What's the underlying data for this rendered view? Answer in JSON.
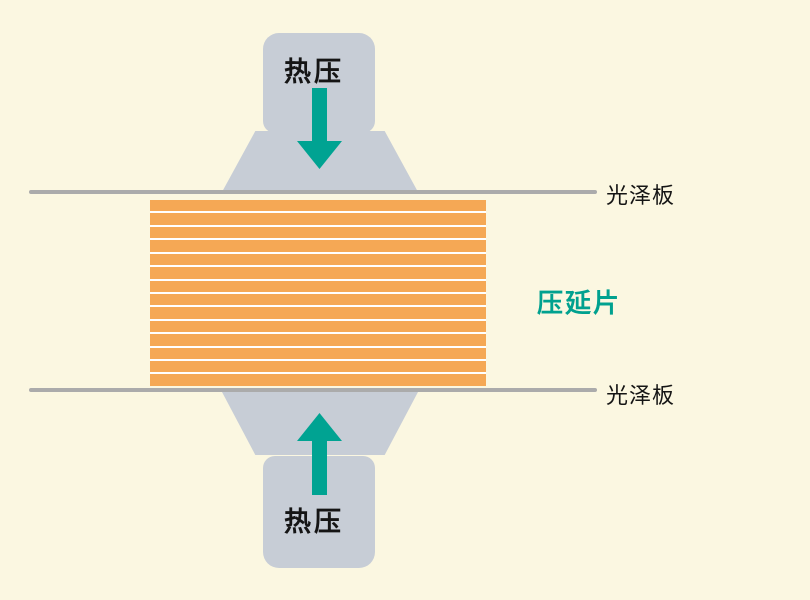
{
  "diagram": {
    "top_press": {
      "label": "热压"
    },
    "bottom_press": {
      "label": "热压"
    },
    "top_plate": {
      "label": "光泽板"
    },
    "bottom_plate": {
      "label": "光泽板"
    },
    "stack": {
      "label": "压延片",
      "stripe_count": 14
    },
    "colors": {
      "background": "#FBF7E1",
      "press_gray": "#C7CDD6",
      "arrow_teal": "#00A392",
      "stripe_orange": "#F5A855",
      "plate_gray": "#ABABAB",
      "label_black": "#151515",
      "label_teal": "#00A18F"
    }
  }
}
